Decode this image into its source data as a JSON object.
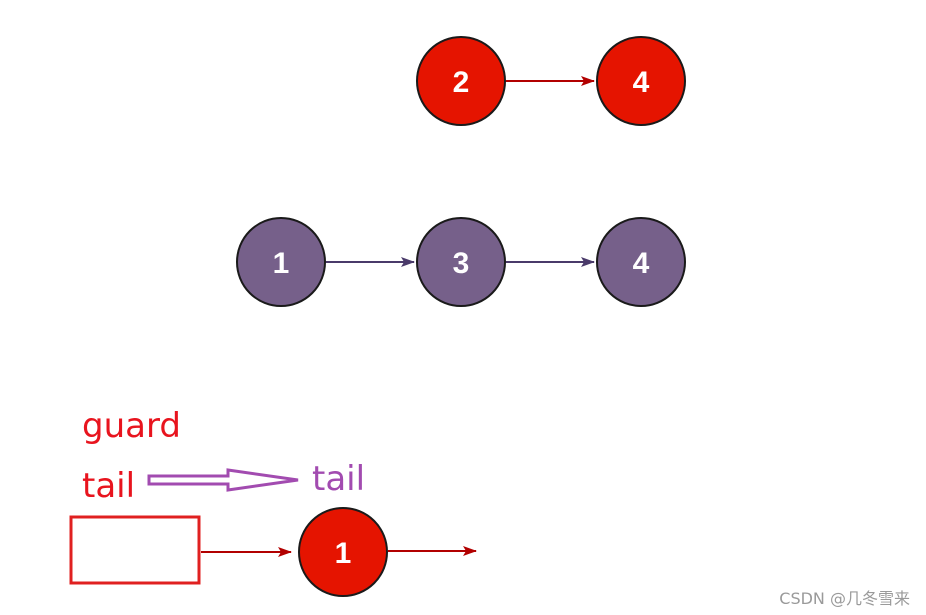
{
  "colors": {
    "red_node": "#e51400",
    "purple_node": "#76608a",
    "node_stroke": "#1a1a1a",
    "red_arrow": "#b20000",
    "purple_arrow": "#4a3a6a",
    "label_red": "#e8141e",
    "label_purple": "#a24bb0",
    "guard_box": "#e02020",
    "hollow_arrow": "#a24bb0",
    "watermark": "#9a9a9a"
  },
  "list_a": {
    "nodes": [
      "2",
      "4"
    ]
  },
  "list_b": {
    "nodes": [
      "1",
      "3",
      "4"
    ]
  },
  "merged": {
    "nodes": [
      "1"
    ]
  },
  "labels": {
    "guard": "guard",
    "tail_old": "tail",
    "tail_new": "tail"
  },
  "watermark": "CSDN @几冬雪来"
}
